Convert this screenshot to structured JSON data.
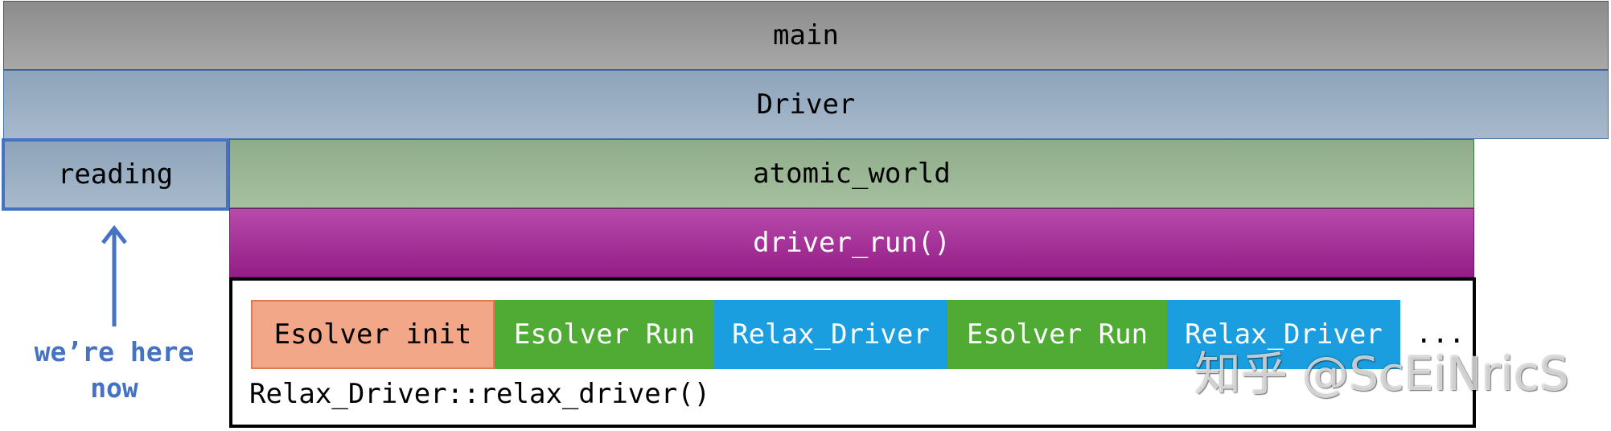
{
  "layers": {
    "main": "main",
    "driver": "Driver",
    "reading": "reading",
    "atomic_world": "atomic_world",
    "driver_run": "driver_run()"
  },
  "relax_driver": {
    "label": "Relax_Driver::relax_driver()",
    "segments": [
      "Esolver init",
      "Esolver Run",
      "Relax_Driver",
      "Esolver Run",
      "Relax_Driver"
    ],
    "ellipsis": "..."
  },
  "annotation": {
    "line1": "we’re here",
    "line2": "now"
  },
  "watermark": "知乎 @ScEiNricS",
  "colors": {
    "main": "#999999",
    "driver": "#9bb0c6",
    "highlight_border": "#4472c4",
    "atomic_world": "#9bb896",
    "driver_run": "#a5359a",
    "esolver_init": "#f2a789",
    "esolver_run": "#4fab34",
    "relax_driver": "#1a9ee0",
    "annotation": "#4472c4"
  }
}
